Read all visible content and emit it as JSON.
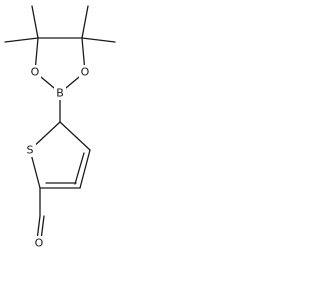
{
  "molecule": {
    "atoms": {
      "o1": "O",
      "o2": "O",
      "b": "B",
      "s": "S",
      "o3": "O"
    }
  }
}
